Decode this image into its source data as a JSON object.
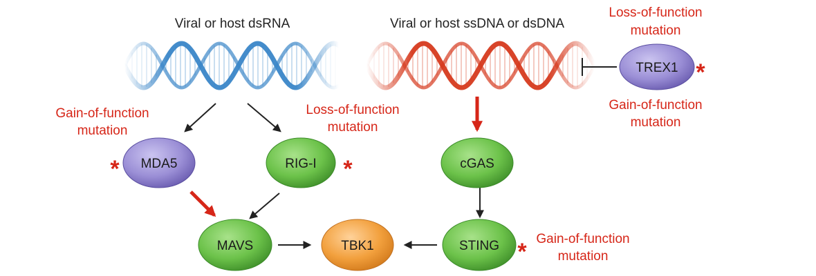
{
  "colors": {
    "rna": "#3a86c8",
    "dna": "#d63a1e",
    "mutation": "#d62618",
    "arrow": "#222222",
    "green_node": "#6cc24a",
    "purple_node": "#9b8fd6",
    "orange_node": "#f2a03d"
  },
  "headers": {
    "dsrna": "Viral or host dsRNA",
    "dna": "Viral or host ssDNA or dsDNA"
  },
  "nodes": {
    "mda5": "MDA5",
    "rigi": "RIG-I",
    "cgas": "cGAS",
    "mavs": "MAVS",
    "tbk1": "TBK1",
    "sting": "STING",
    "trex1": "TREX1"
  },
  "mutations": {
    "gain": [
      "Gain-of-function",
      "mutation"
    ],
    "loss": [
      "Loss-of-function",
      "mutation"
    ],
    "asterisk": "*"
  },
  "icons": {
    "helix": "double-helix",
    "inhibition": "inhibition-bar"
  }
}
